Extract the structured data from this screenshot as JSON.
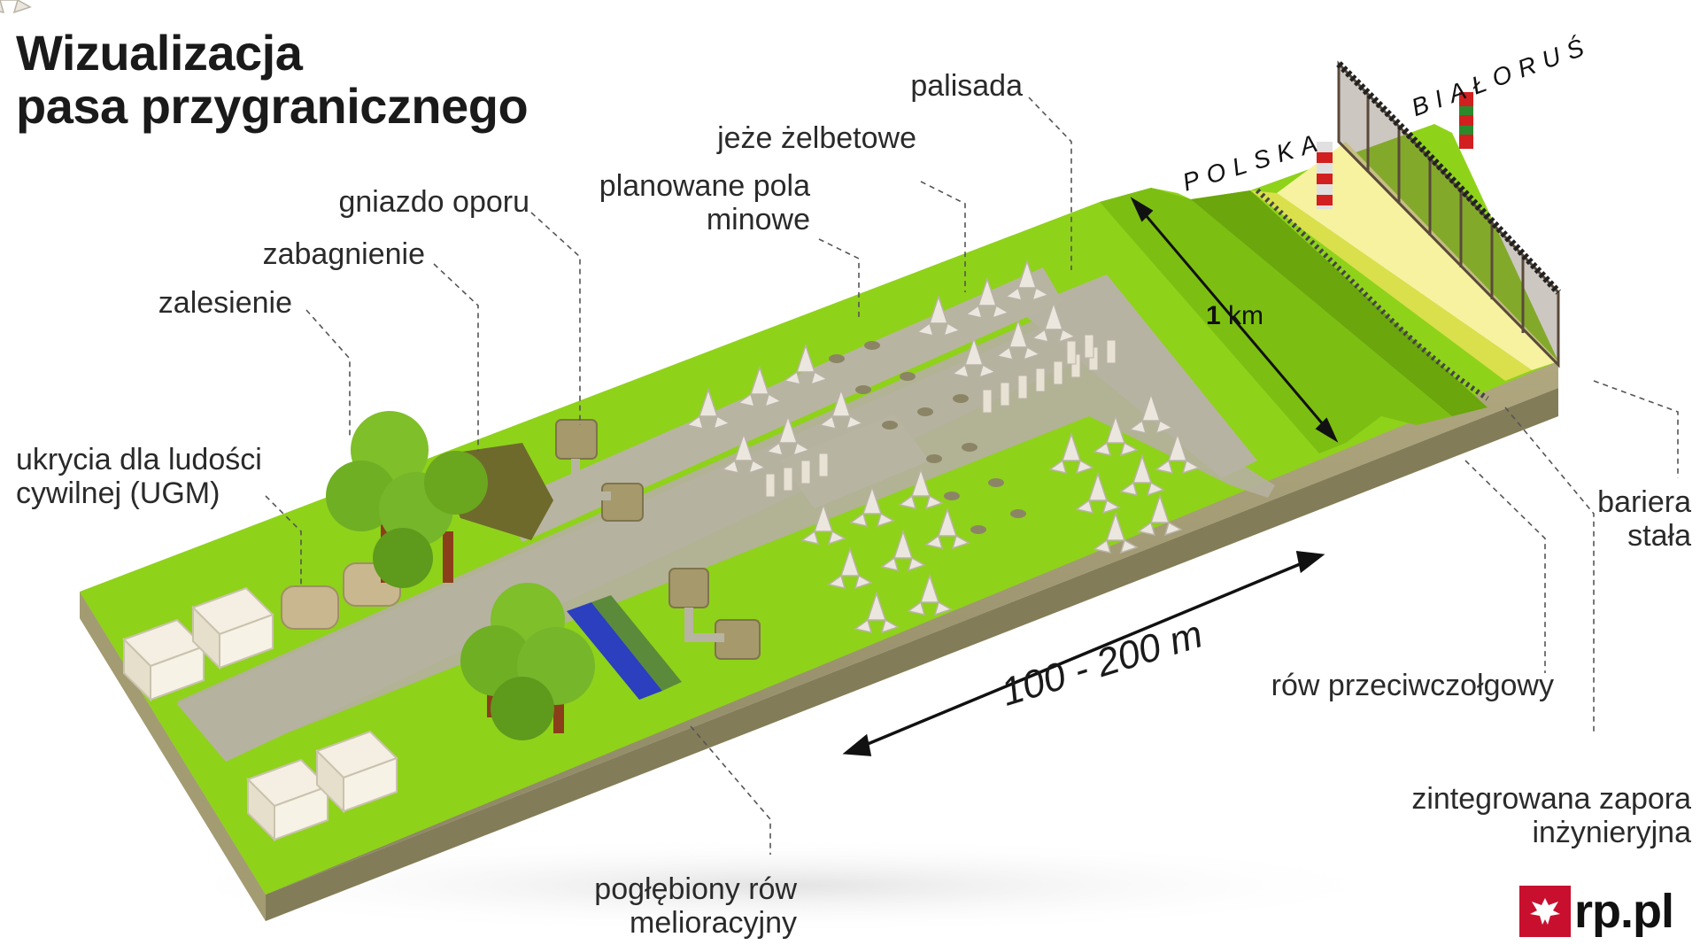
{
  "title": {
    "line1": "Wizualizacja",
    "line2": "pasa przygranicznego"
  },
  "countries": {
    "west": "POLSKA",
    "east": "BIAŁORUŚ"
  },
  "labels": {
    "zalesienie": "zalesienie",
    "zabagnienie": "zabagnienie",
    "gniazdo": "gniazdo oporu",
    "pola_line1": "planowane pola",
    "pola_line2": "minowe",
    "jeze": "jeże żelbetowe",
    "palisada": "palisada",
    "ukrycia_line1": "ukrycia dla ludości",
    "ukrycia_line2": "cywilnej (UGM)",
    "bariera_line1": "bariera",
    "bariera_line2": "stała",
    "row_przeciw": "rów przeciwczołgowy",
    "zapora_line1": "zintegrowana zapora",
    "zapora_line2": "inżynieryjna",
    "rów_line1": "pogłębiony rów",
    "rów_line2": "melioracyjny"
  },
  "measurements": {
    "depth_value": "1",
    "depth_unit": "km",
    "width": "100 - 200",
    "width_unit": "m"
  },
  "logo": {
    "text": "rp.pl"
  },
  "colors": {
    "grass": "#8fd21a",
    "grass_dark": "#6fae10",
    "side": "#a8a078",
    "road": "#b4b09c",
    "sand": "#f6f2a0",
    "water": "#2b3fbf",
    "brand": "#c8102e"
  }
}
